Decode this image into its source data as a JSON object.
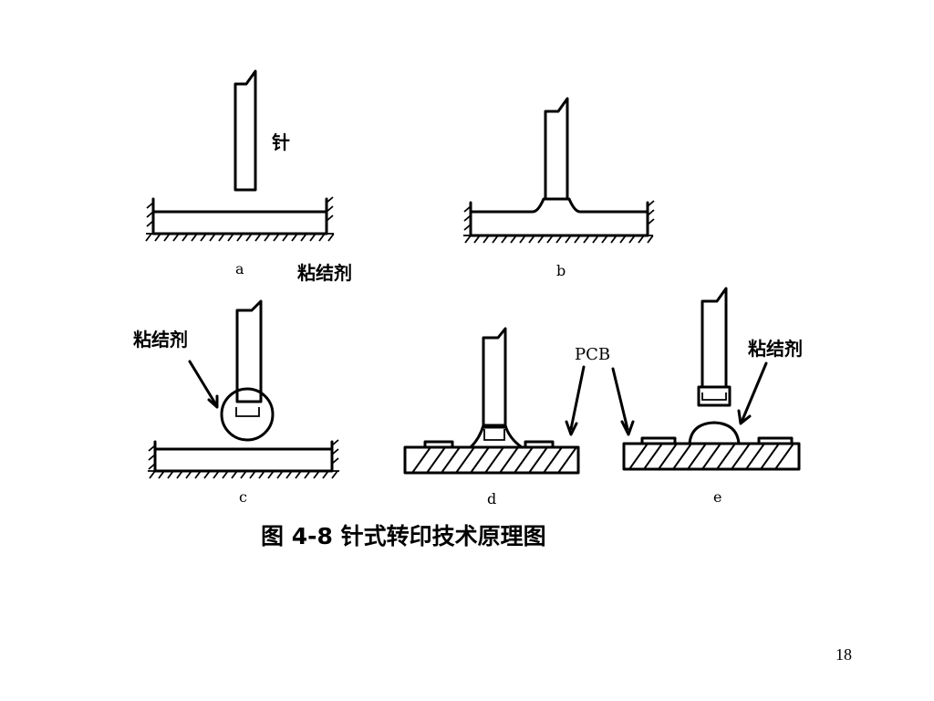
{
  "figure": {
    "caption": "图 4-8 针式转印技术原理图",
    "page_number": "18"
  },
  "panels": {
    "a": {
      "label": "a",
      "needle_label": "针",
      "adhesive_label": "粘结剂"
    },
    "b": {
      "label": "b"
    },
    "c": {
      "label": "c",
      "adhesive_label": "粘结剂"
    },
    "d": {
      "label": "d",
      "pcb_label": "PCB"
    },
    "e": {
      "label": "e",
      "adhesive_label": "粘结剂"
    }
  }
}
